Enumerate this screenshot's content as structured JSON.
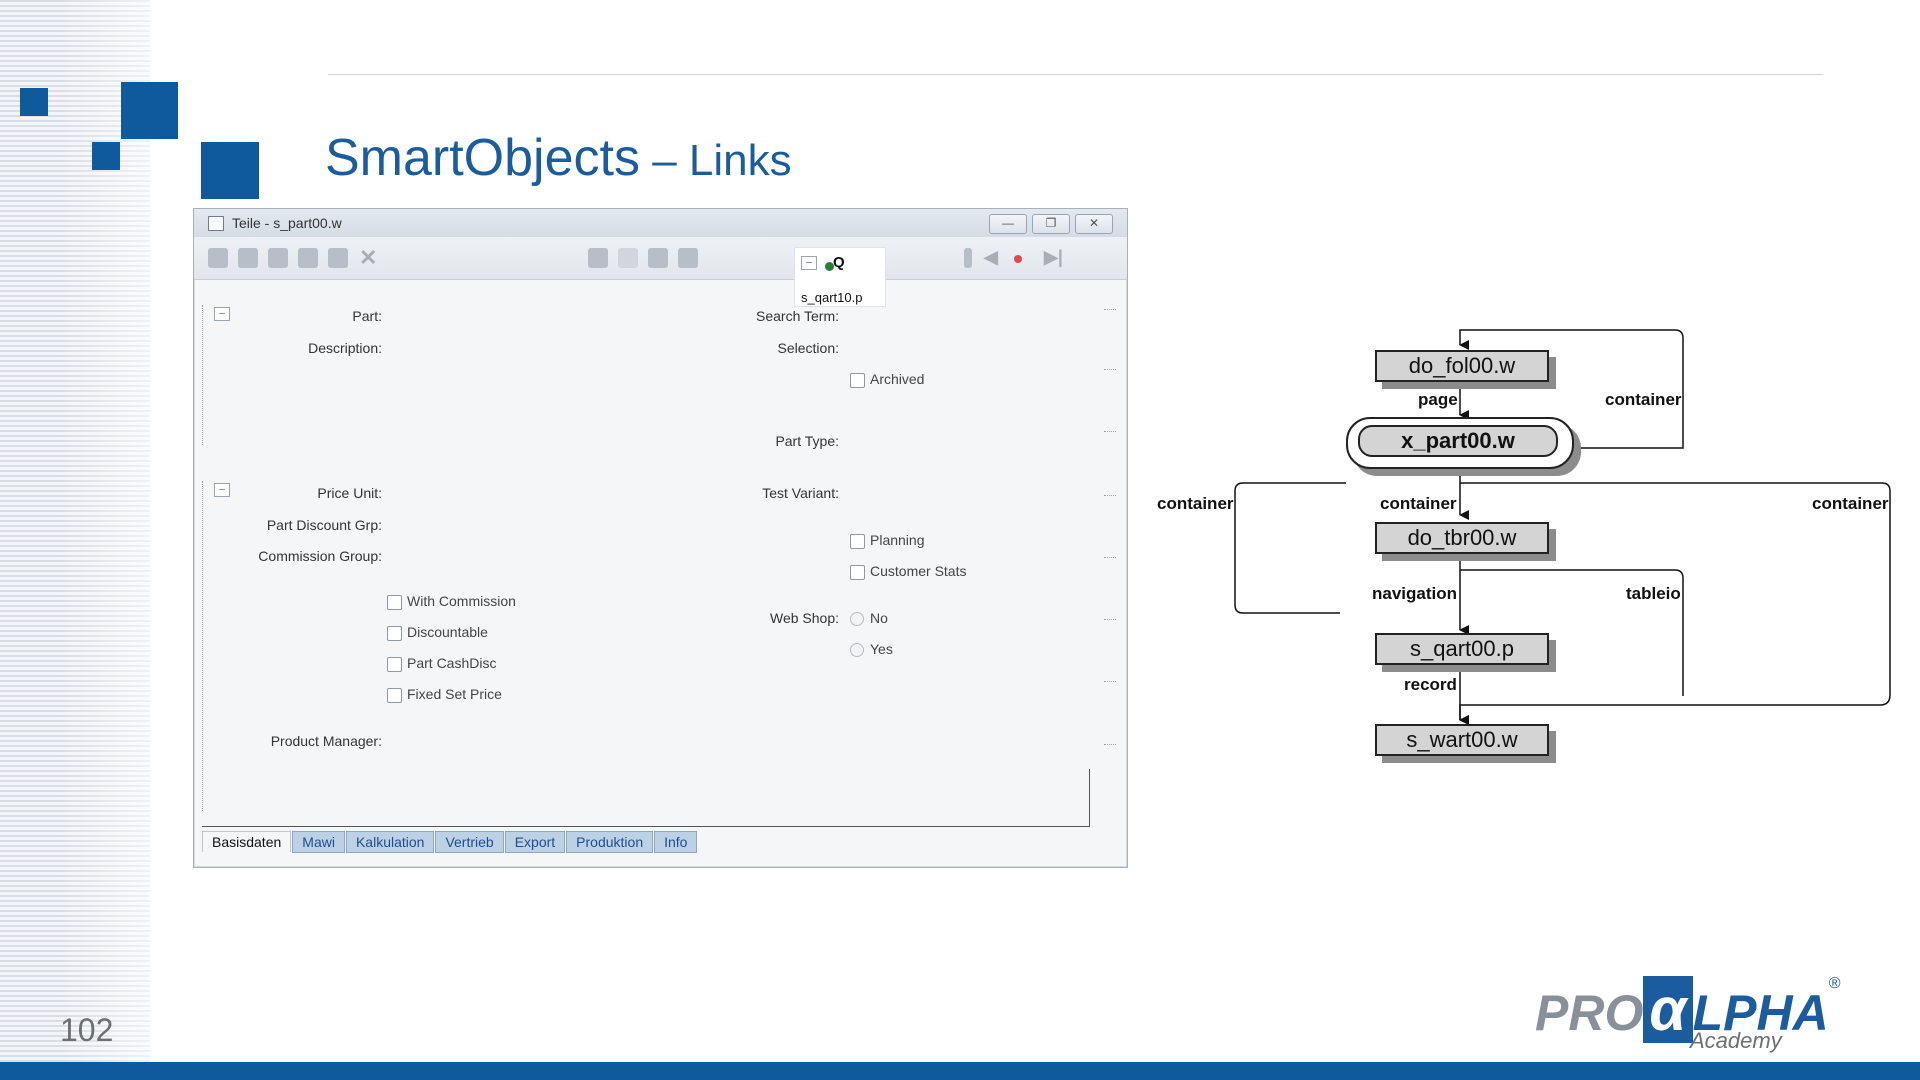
{
  "slide": {
    "title_main": "SmartObjects",
    "title_sep": " – ",
    "title_sub": "Links",
    "page_number": "102",
    "brand_color": "#0f5a9c"
  },
  "window": {
    "title": "Teile - s_part00.w",
    "controls": [
      "minimize-icon",
      "restore-icon",
      "close-icon"
    ],
    "popup": {
      "label": "s_qart10.p",
      "icon": "search-icon"
    },
    "fields_left_1": [
      "Part:",
      "Description:"
    ],
    "fields_right_1": [
      "Search Term:",
      "Selection:",
      "Part Type:"
    ],
    "archived": "Archived",
    "fields_left_2": [
      "Price Unit:",
      "Part Discount Grp:",
      "Commission Group:"
    ],
    "fields_right_2": [
      "Test Variant:"
    ],
    "right_checks": [
      "Planning",
      "Customer Stats"
    ],
    "left_checks": [
      "With Commission",
      "Discountable",
      "Part CashDisc",
      "Fixed Set Price"
    ],
    "web_shop": {
      "label": "Web Shop:",
      "options": [
        "No",
        "Yes"
      ]
    },
    "product_manager": "Product Manager:",
    "tabs": [
      "Basisdaten",
      "Mawi",
      "Kalkulation",
      "Vertrieb",
      "Export",
      "Produktion",
      "Info"
    ],
    "active_tab": "Basisdaten"
  },
  "diagram": {
    "nodes": [
      "do_fol00.w",
      "x_part00.w",
      "do_tbr00.w",
      "s_qart00.p",
      "s_wart00.w"
    ],
    "edges": {
      "page": "page",
      "container_top": "container",
      "container_left": "container",
      "container_mid": "container",
      "container_right": "container",
      "navigation": "navigation",
      "tableio": "tableio",
      "record": "record"
    }
  },
  "logo": {
    "pro": "PRO",
    "alpha": "α",
    "lpha": "LPHA",
    "reg": "®",
    "academy": "Academy"
  }
}
